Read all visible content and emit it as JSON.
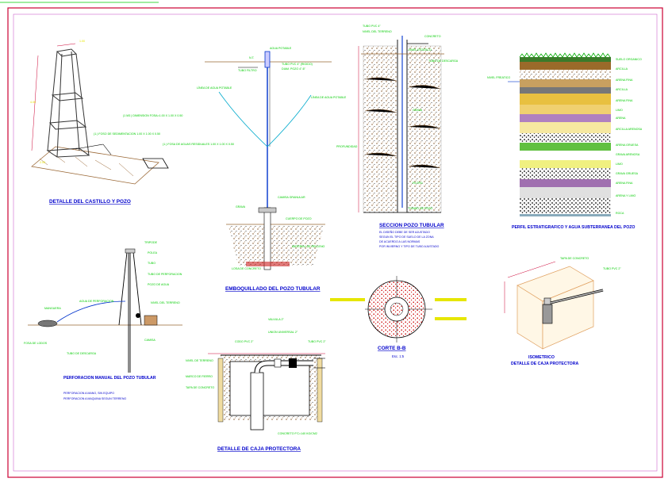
{
  "colors": {
    "frame": "#cc0033",
    "title_text": "#0000cc",
    "label_text": "#00cc00",
    "pipe": "#0033cc",
    "soil": "#8a5a2b",
    "highlight": "#e6e600"
  },
  "sections": {
    "castillo": {
      "title": "DETALLE DEL CASTILLO Y POZO",
      "dims": [
        "1.00",
        "4.00",
        "2.00"
      ],
      "labels": [
        "(1 M3 ) DIMENSION FOSA=1.00 X 1.00 X 0.50",
        "(1.) FOSO DE SEDIMENTACION 1.00 X 1.00 X 0.50",
        "(1.) FOSA DE AGUAS RESIDUALES 1.00 X 1.00 X 0.50"
      ]
    },
    "emboquillado": {
      "title": "EMBOQUILLADO DEL POZO TUBULAR",
      "labels": [
        "AGUA POTABLE",
        "N.T.",
        "TUBO PVC 4\" (RIGIDO)",
        "DIAM. POZO 4\"-6\"",
        "LÍNEA DE AGUA POTABLE",
        "LÍNEA DE AGUA POTABLE",
        "TUBO FILTRO",
        "CAMISA GRANULAR",
        "GRAVA",
        "CUERPO DE POZO",
        "MATERIAL DE RELLENO",
        "LOSA DE CONCRETO"
      ]
    },
    "seccion_pozo": {
      "title": "SECCION POZO TUBULAR",
      "labels": [
        "TUBO PVC 4\"",
        "NIVEL DEL TERRENO",
        "CONCRETO",
        "NIVEL ESTATICO",
        "TUBO DE DESCARGA",
        "GRAVA",
        "PROFUNDIDAD",
        "FILTRO",
        "FONDO DE POZO"
      ],
      "notes": [
        "EL DISEÑO DEBE DE SER AJUSTADO",
        "SEGUN EL TIPO DE SUELO DE LA ZONA",
        "DE ACUERDO A LAS NORMAS",
        "POR INVIERNO Y TIPO DE TUBO AJUSTADO"
      ]
    },
    "estratigrafia": {
      "title": "PERFIL ESTRATIGRAFICO Y AGUA SUBTERRANEA DEL POZO",
      "labels": [
        "SUELO ORGANICO",
        "ARCILLA",
        "ARENA FINA",
        "ARCILLA",
        "ARENA FINA",
        "LIMO",
        "ARENA",
        "ARCILLA ARENOSA",
        "ARENA GRUESA",
        "GRAVA ARENOSA",
        "LIMO",
        "GRAVA GRUESA",
        "ARENA FINA",
        "ARENA Y LIMO",
        "ROCA"
      ],
      "side": [
        "NIVEL FREATICO"
      ]
    },
    "perforacion": {
      "title": "PERFORACION MANUAL DEL POZO TUBULAR",
      "labels": [
        "TRIPODE",
        "POLEA",
        "TUBO",
        "TUBO DE PERFORACION",
        "POZO DE AGUA",
        "MANGUERA",
        "AGUA DE PERFORACION",
        "NIVEL DEL TERRENO",
        "FOSA DE LODOS",
        "TUBO DE DESCARGA",
        "CAMISA"
      ],
      "notes": [
        "PERFORACION A MANO, SIN EQUIPO",
        "PERFORACION A MAQUINA SEGUN TERRENO"
      ]
    },
    "caja": {
      "title": "DETALLE DE CAJA PROTECTORA",
      "labels": [
        "CODO PVC 2\"",
        "VALVULA 2\"",
        "UNION UNIVERSAL 2\"",
        "TUBO PVC 2\"",
        "NIVEL DE TERRENO",
        "MARCO DE FIERRO",
        "TAPA DE CONCRETO",
        "CONCRETO F'C=140 KG/CM2"
      ]
    },
    "corte": {
      "title": "CORTE B-B",
      "scale": "Esc. 1:5"
    },
    "isometrico": {
      "title_line1": "ISOMETRICO",
      "title_line2": "DETALLE DE CAJA PROTECTORA",
      "labels": [
        "TAPA DE CONCRETO",
        "TUBO PVC 2\""
      ]
    }
  }
}
